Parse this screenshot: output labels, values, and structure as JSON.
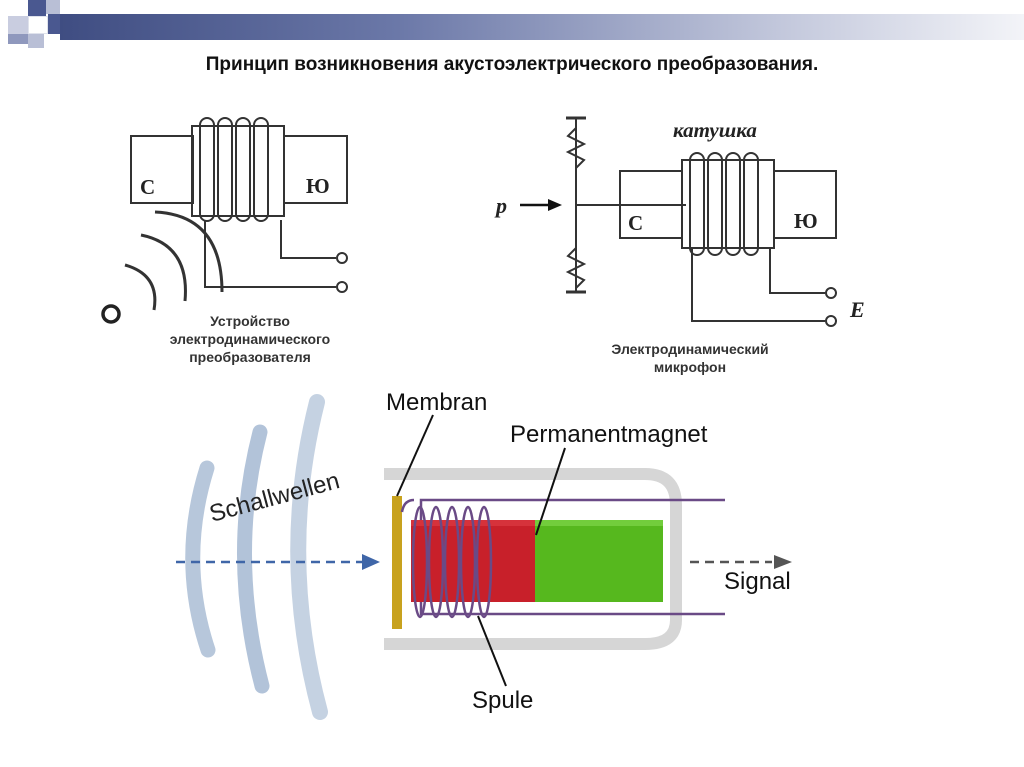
{
  "title": "Принцип возникновения акустоэлектрического преобразования.",
  "diagram_left": {
    "pole_left": "С",
    "pole_right": "Ю",
    "caption": [
      "Устройство",
      "электродинамического",
      "преобразователя"
    ]
  },
  "diagram_right": {
    "coil_label": "катушка",
    "pressure_label": "p",
    "pole_left": "С",
    "pole_right": "Ю",
    "output_label": "E",
    "caption": [
      "Электродинамический",
      "микрофон"
    ]
  },
  "diagram_bottom": {
    "membrane_label": "Membran",
    "magnet_label": "Permanentmagnet",
    "waves_label": "Schallwellen",
    "signal_label": "Signal",
    "coil_label": "Spule"
  },
  "colors": {
    "header_bar": "#4a5890",
    "magnet_red": "#c8202a",
    "magnet_green": "#56b81e",
    "membrane": "#c8a21e",
    "coil": "#6a4a86",
    "wave": "#9fb4cf",
    "arrow_in": "#3f66a8",
    "arrow_out": "#555555"
  }
}
